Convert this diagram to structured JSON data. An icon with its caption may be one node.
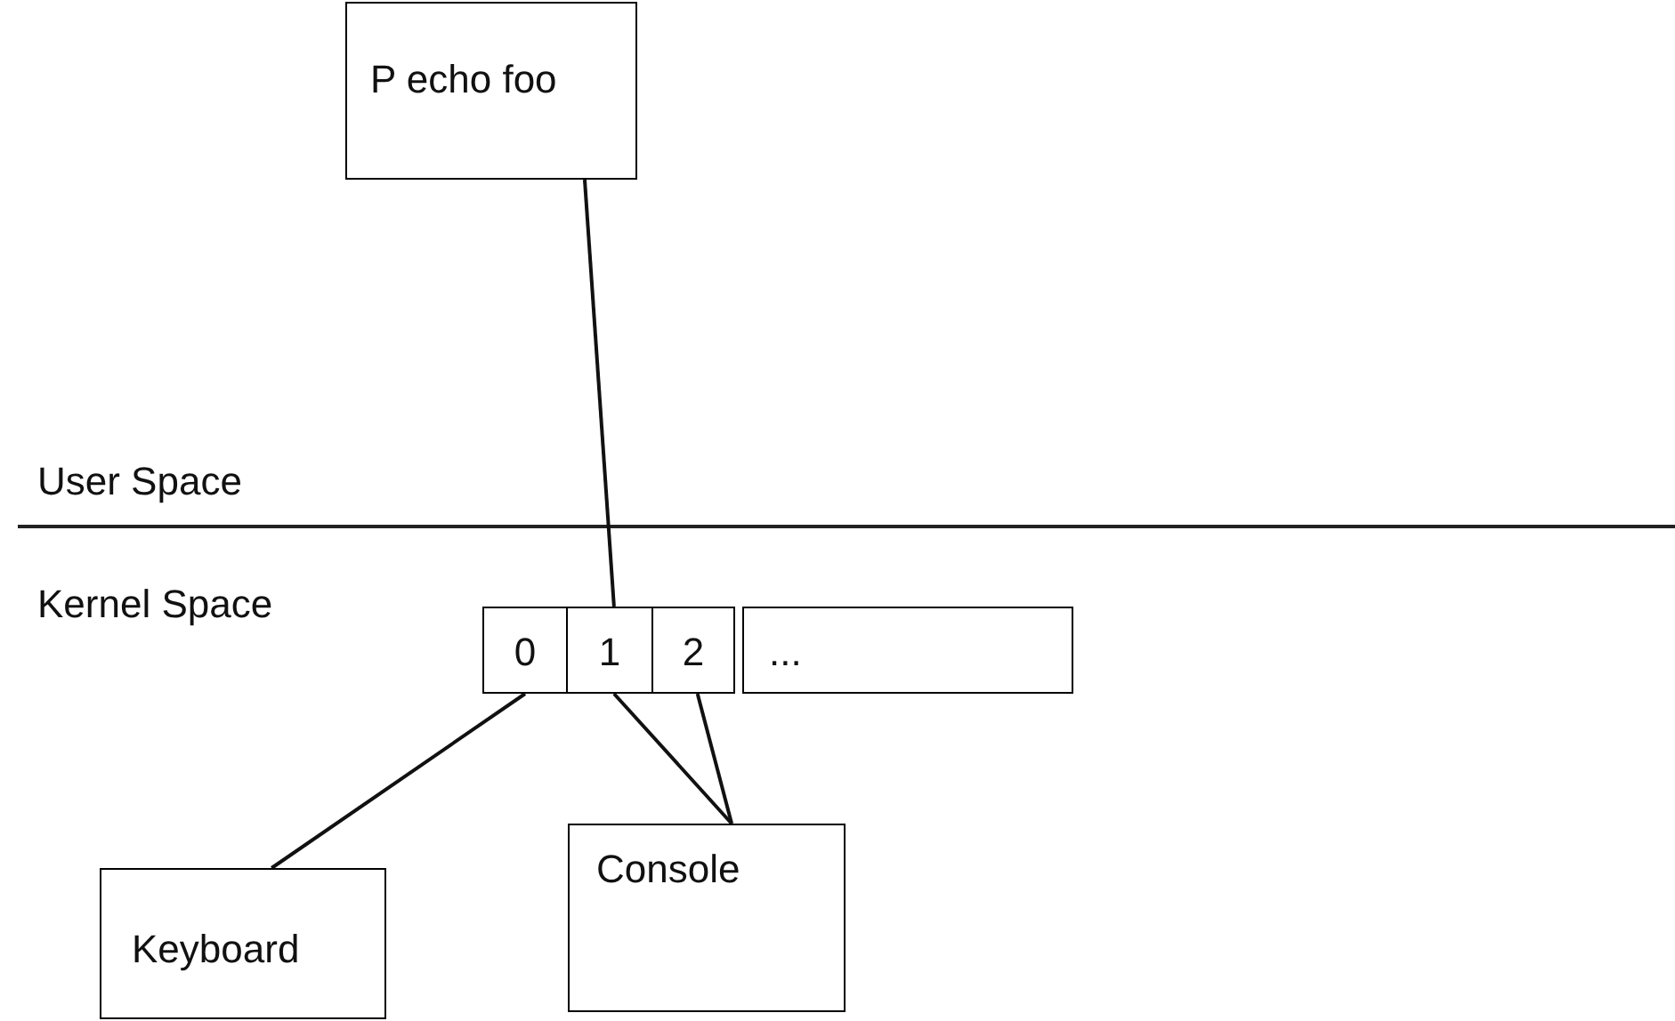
{
  "diagram": {
    "nodes": [
      {
        "text": [
          "P echo foo"
        ]
      },
      {
        "text": [
          "0"
        ]
      },
      {
        "text": [
          "1"
        ]
      },
      {
        "text": [
          "2"
        ]
      },
      {
        "text": [
          "..."
        ]
      },
      {
        "text": [
          "Keyboard"
        ]
      },
      {
        "text": [
          "Console"
        ]
      }
    ],
    "edges": [
      {
        "from": 0,
        "to": 2,
        "arrow": "none"
      },
      {
        "from": 1,
        "to": 5,
        "arrow": "none"
      },
      {
        "from": 2,
        "to": 6,
        "arrow": "none"
      },
      {
        "from": 3,
        "to": 6,
        "arrow": "none"
      }
    ],
    "labels": [
      "User Space",
      "Kernel Space"
    ]
  }
}
